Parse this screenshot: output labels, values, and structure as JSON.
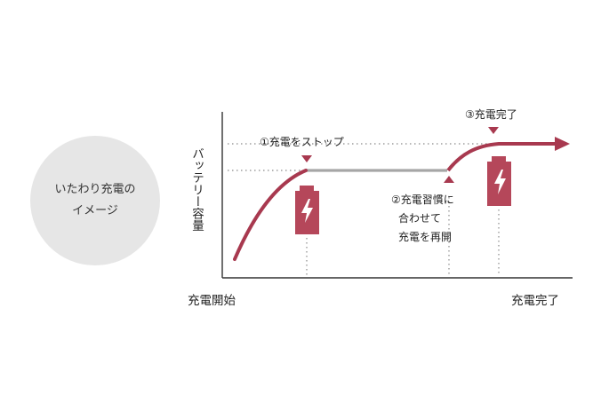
{
  "badge": {
    "line1": "いたわり充電の",
    "line2": "イメージ"
  },
  "axes": {
    "y_label": "バッテリー容量",
    "x_start": "充電開始",
    "x_end": "充電完了"
  },
  "annotations": {
    "stop": "①充電をストップ",
    "resume": [
      "②充電習慣に",
      "合わせて",
      "充電を再開"
    ],
    "complete": "③充電完了"
  },
  "colors": {
    "curve": "#a8394f",
    "plateau": "#a6a6a6",
    "battery": "#b5475a",
    "badge_bg": "#e6e6e6",
    "dotted": "#8a8a8a"
  },
  "icons": [
    "battery-charging-icon",
    "battery-charging-icon",
    "arrowhead-icon",
    "marker-triangle-icon"
  ]
}
